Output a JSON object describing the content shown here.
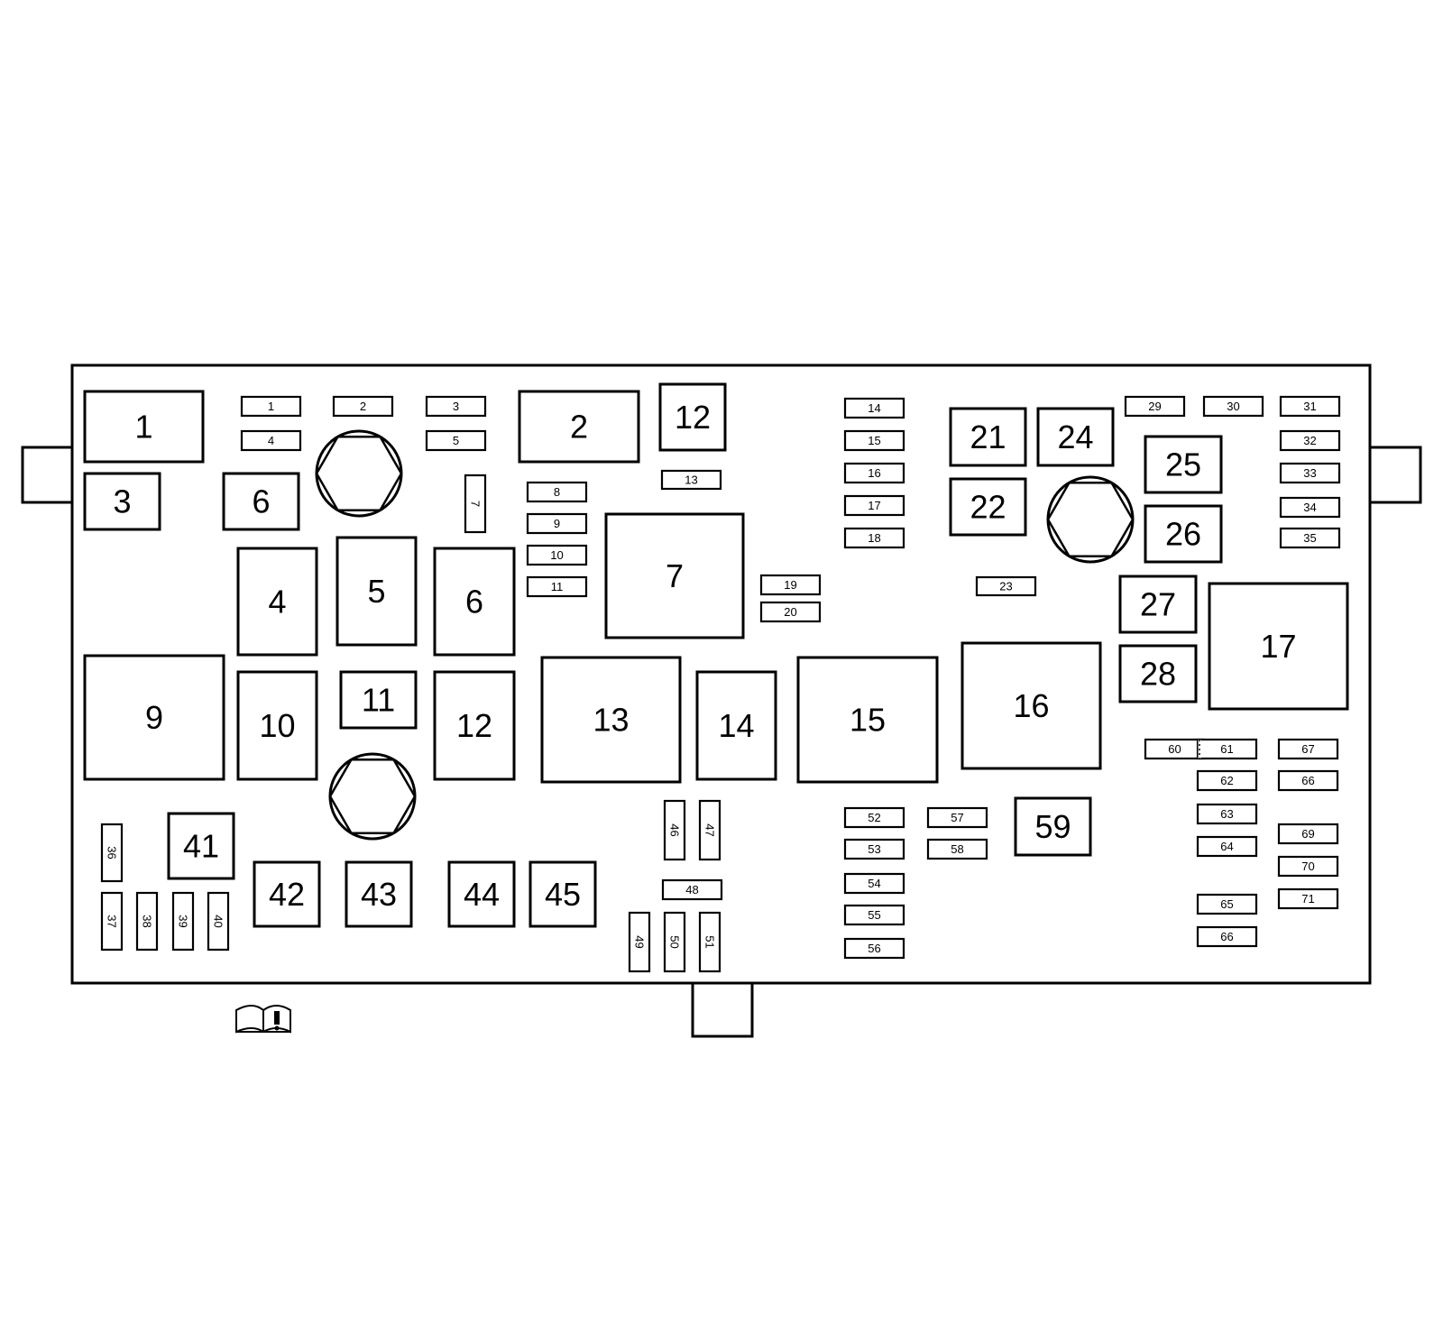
{
  "diagram": {
    "relays": [
      "1",
      "2",
      "3",
      "4",
      "5",
      "6",
      "6",
      "7",
      "9",
      "10",
      "11",
      "12",
      "12",
      "13",
      "14",
      "15",
      "16",
      "17",
      "21",
      "22",
      "24",
      "25",
      "26",
      "27",
      "28",
      "41",
      "42",
      "43",
      "44",
      "45",
      "59"
    ],
    "fuses": [
      "1",
      "2",
      "3",
      "4",
      "5",
      "7",
      "8",
      "9",
      "10",
      "11",
      "13",
      "14",
      "15",
      "16",
      "17",
      "18",
      "19",
      "20",
      "23",
      "29",
      "30",
      "31",
      "32",
      "33",
      "34",
      "35",
      "36",
      "37",
      "38",
      "39",
      "40",
      "46",
      "47",
      "48",
      "49",
      "50",
      "51",
      "52",
      "53",
      "54",
      "55",
      "56",
      "57",
      "58",
      "60",
      "61",
      "62",
      "63",
      "64",
      "65",
      "66",
      "66",
      "67",
      "69",
      "70",
      "71"
    ],
    "icons": [
      "fuse-block-outline",
      "mounting-bolt-icon",
      "manual-book-icon"
    ]
  }
}
